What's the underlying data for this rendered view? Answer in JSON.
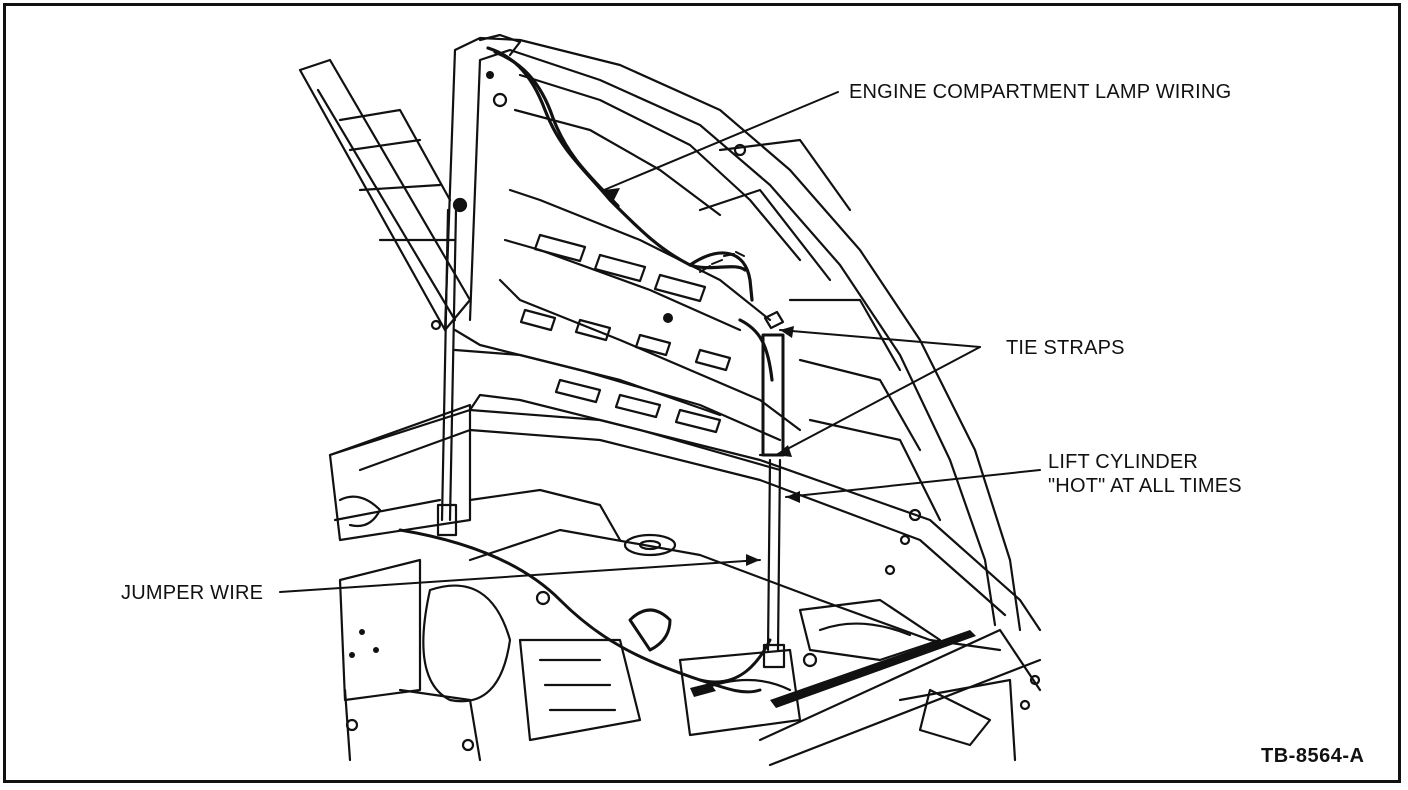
{
  "labels": {
    "engine_compartment_lamp_wiring": "ENGINE COMPARTMENT LAMP WIRING",
    "tie_straps": "TIE STRAPS",
    "lift_cylinder_line1": "LIFT CYLINDER",
    "lift_cylinder_line2": "\"HOT\" AT ALL TIMES",
    "jumper_wire": "JUMPER WIRE"
  },
  "figure_id": "TB-8564-A",
  "colors": {
    "ink": "#111111",
    "paper": "#ffffff"
  }
}
